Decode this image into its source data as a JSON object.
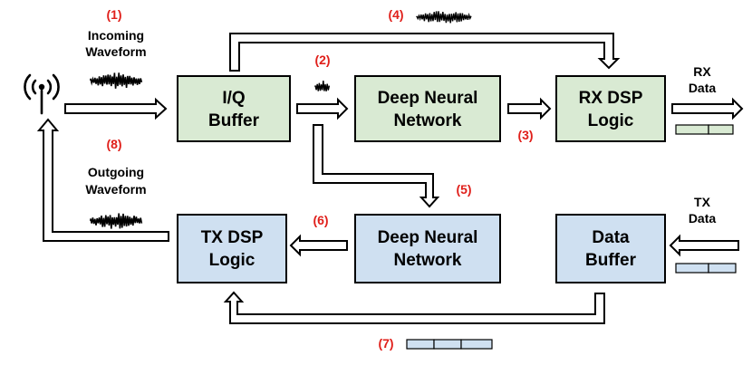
{
  "colors": {
    "rx_fill": "#d9ead3",
    "tx_fill": "#cfe0f1",
    "number": "#e0201b",
    "stroke": "#000000"
  },
  "boxes": {
    "iq_buffer": [
      "I/Q",
      "Buffer"
    ],
    "rx_dnn": [
      "Deep Neural",
      "Network"
    ],
    "rx_dsp": [
      "RX DSP",
      "Logic"
    ],
    "tx_dsp": [
      "TX DSP",
      "Logic"
    ],
    "tx_dnn": [
      "Deep Neural",
      "Network"
    ],
    "data_buffer": [
      "Data",
      "Buffer"
    ]
  },
  "labels": {
    "incoming": [
      "Incoming",
      "Waveform"
    ],
    "outgoing": [
      "Outgoing",
      "Waveform"
    ],
    "rx_data": [
      "RX",
      "Data"
    ],
    "tx_data": [
      "TX",
      "Data"
    ]
  },
  "steps": {
    "s1": "(1)",
    "s2": "(2)",
    "s3": "(3)",
    "s4": "(4)",
    "s5": "(5)",
    "s6": "(6)",
    "s7": "(7)",
    "s8": "(8)"
  },
  "icons": {
    "antenna": "antenna-icon",
    "waveform": "waveform-icon",
    "data_packet": "data-packet-icon"
  }
}
